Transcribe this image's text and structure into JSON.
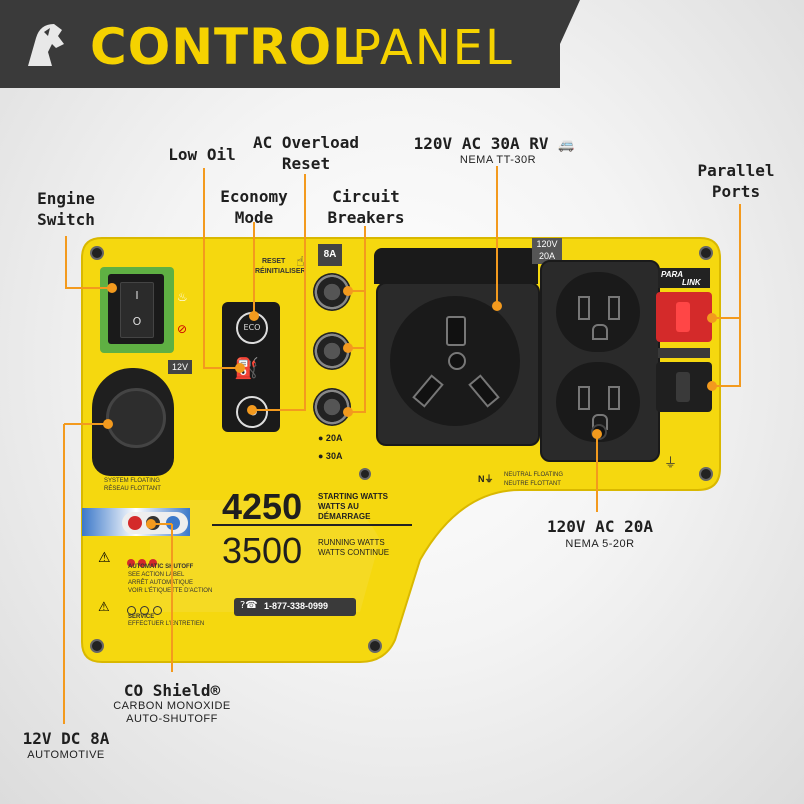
{
  "header": {
    "title_bold": "CONTROL",
    "title_light": "PANEL",
    "logo_icon": "champion-horse-head-icon",
    "colors": {
      "header_bg": "#3a3a3a",
      "title": "#f5d200",
      "panel": "#f5d80f",
      "callout": "#f39a1e"
    }
  },
  "callouts": {
    "engine_switch": "Engine\nSwitch",
    "low_oil": "Low Oil",
    "ac_overload_reset": "AC Overload\nReset",
    "economy_mode": "Economy\nMode",
    "circuit_breakers": "Circuit\nBreakers",
    "rv_outlet": "120V AC 30A RV",
    "rv_outlet_sub": "NEMA TT-30R",
    "parallel_ports": "Parallel\nPorts",
    "ac20": "120V AC 20A",
    "ac20_sub": "NEMA 5-20R",
    "co_shield": "CO Shield®",
    "co_shield_sub1": "CARBON MONOXIDE",
    "co_shield_sub2": "AUTO-SHUTOFF",
    "dc12": "12V DC 8A",
    "dc12_sub": "AUTOMOTIVE"
  },
  "panel": {
    "reset_label": "RESET",
    "reset_label_fr": "RÉINITIALISER",
    "breaker_rating_top": "8A",
    "breaker_20a": "● 20A",
    "breaker_30a": "● 30A",
    "twelve_v": "12V",
    "rating_120v_20a_line1": "120V",
    "rating_120v_20a_line2": "20A",
    "parallel_para": "PARA",
    "parallel_link": "LINK",
    "system_floating": "SYSTEM FLOATING",
    "system_floating_fr": "RÉSEAU FLOTTANT",
    "neutral_floating": "NEUTRAL FLOATING",
    "neutral_floating_fr": "NEUTRE FLOTTANT",
    "starting_watts_value": "4250",
    "starting_watts_label1": "STARTING WATTS",
    "starting_watts_label2": "WATTS AU",
    "starting_watts_label3": "DÉMARRAGE",
    "running_watts_value": "3500",
    "running_watts_label1": "RUNNING WATTS",
    "running_watts_label2": "WATTS CONTINUE",
    "auto_shutoff": "AUTOMATIC SHUTOFF",
    "auto_shutoff_sub": "SEE ACTION LABEL",
    "auto_shutoff_fr": "ARRÊT AUTOMATIQUE",
    "auto_shutoff_fr_sub": "VOIR L'ÉTIQUETTE D'ACTION",
    "service": "SERVICE",
    "service_fr": "EFFECTUER L'ENTRETIEN",
    "phone": "1-877-338-0999"
  }
}
